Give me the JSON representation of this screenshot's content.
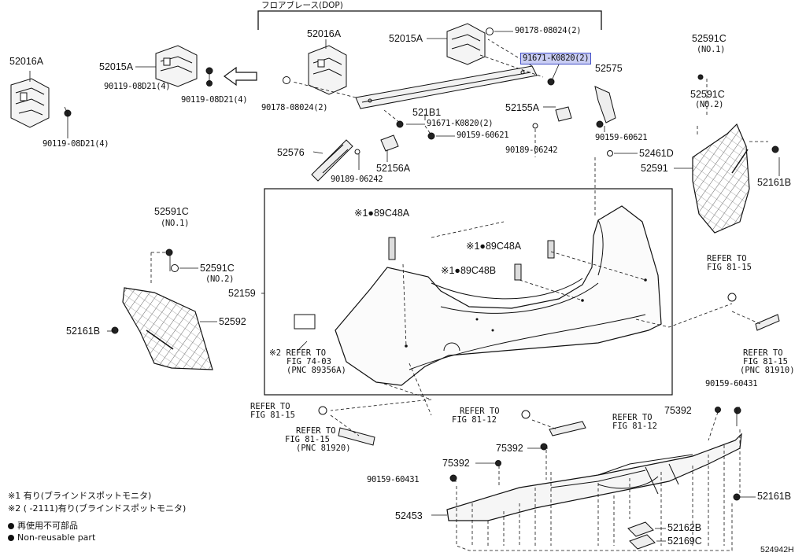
{
  "page_title_jp": "フロアブレース(DOP)",
  "diagram_id": "524942H",
  "highlight_color": "#c9cdf3",
  "labels": {
    "p52016A_left": "52016A",
    "p90119_left": "90119-08D21(4)",
    "p52015A_mid": "52015A",
    "p90119_mid_a": "90119-08D21(4)",
    "p90119_mid_b": "90119-08D21(4)",
    "p52016A_top": "52016A",
    "p52015A_top": "52015A",
    "p90178_top": "90178-08024(2)",
    "p91671_highlight": "91671-K0820(2)",
    "p52575": "52575",
    "p90178_mid": "90178-08024(2)",
    "p521B1": "521B1",
    "p91671_mid": "91671-K0820(2)",
    "p52155A": "52155A",
    "p90159_60621_a": "90159-60621",
    "p90159_60621_b": "90159-60621",
    "p90189_a": "90189-06242",
    "p52576": "52576",
    "p52156A": "52156A",
    "p90189_b": "90189-06242",
    "p52461D": "52461D",
    "p52591_r": "52591",
    "p52161B_r": "52161B",
    "p52591C_r1": "52591C",
    "p52591C_r1_sub": "(NO.1)",
    "p52591C_r2": "52591C",
    "p52591C_r2_sub": "(NO.2)",
    "p52591C_l1": "52591C",
    "p52591C_l1_sub": "(NO.1)",
    "p52591C_l2": "52591C",
    "p52591C_l2_sub": "(NO.2)",
    "p52161B_l": "52161B",
    "p52592": "52592",
    "p52159": "52159",
    "p89C48A_a": "※1●89C48A",
    "p89C48A_b": "※1●89C48A",
    "p89C48B": "※1●89C48B",
    "p90159_60431_r": "90159-60431",
    "p75392_r": "75392",
    "p75392_m": "75392",
    "p75392_l": "75392",
    "p90159_60431_l": "90159-60431",
    "p52453": "52453",
    "p52161B_b": "52161B",
    "p52162B": "52162B",
    "p52169C": "52169C"
  },
  "refs": {
    "r_74_03": [
      "※2 REFER TO",
      "FIG 74-03",
      "(PNC 89356A)"
    ],
    "r_81_15_right_top": [
      "REFER TO",
      "FIG 81-15"
    ],
    "r_81_15_right_bot": [
      "REFER TO",
      "FIG 81-15",
      "(PNC 81910)"
    ],
    "r_81_15_left_a": [
      "REFER TO",
      "FIG 81-15"
    ],
    "r_81_15_left_b": [
      "REFER TO",
      "FIG 81-15",
      "(PNC 81920)"
    ],
    "r_81_12_a": [
      "REFER TO",
      "FIG 81-12"
    ],
    "r_81_12_b": [
      "REFER TO",
      "FIG 81-12"
    ]
  },
  "notes": {
    "n1": "※1 有り(ブラインドスポットモニタ)",
    "n2": "※2 (        -2111)有り(ブラインドスポットモニタ)",
    "n3": "再使用不可部品",
    "n4": "Non-reusable part"
  }
}
